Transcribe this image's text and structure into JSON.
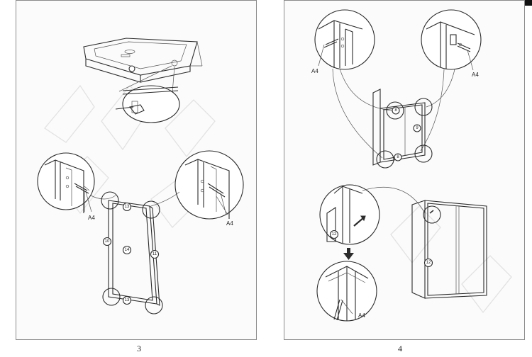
{
  "left_page": {
    "page_number": "3",
    "callouts": {
      "screw_left": "A4",
      "screw_right": "A4"
    },
    "part_numbers": {
      "top": "13",
      "side_left": "10",
      "center": "14",
      "side_right": "11",
      "bottom": "13"
    }
  },
  "right_page": {
    "page_number": "4",
    "callouts": {
      "top_left_screw": "A4",
      "top_right_screw": "A4",
      "bottom_screw": "A4"
    },
    "part_numbers": {
      "upper_top": "8",
      "upper_center": "9",
      "upper_bottom": "8",
      "detail_handle": "12",
      "side_handle": "12"
    }
  }
}
